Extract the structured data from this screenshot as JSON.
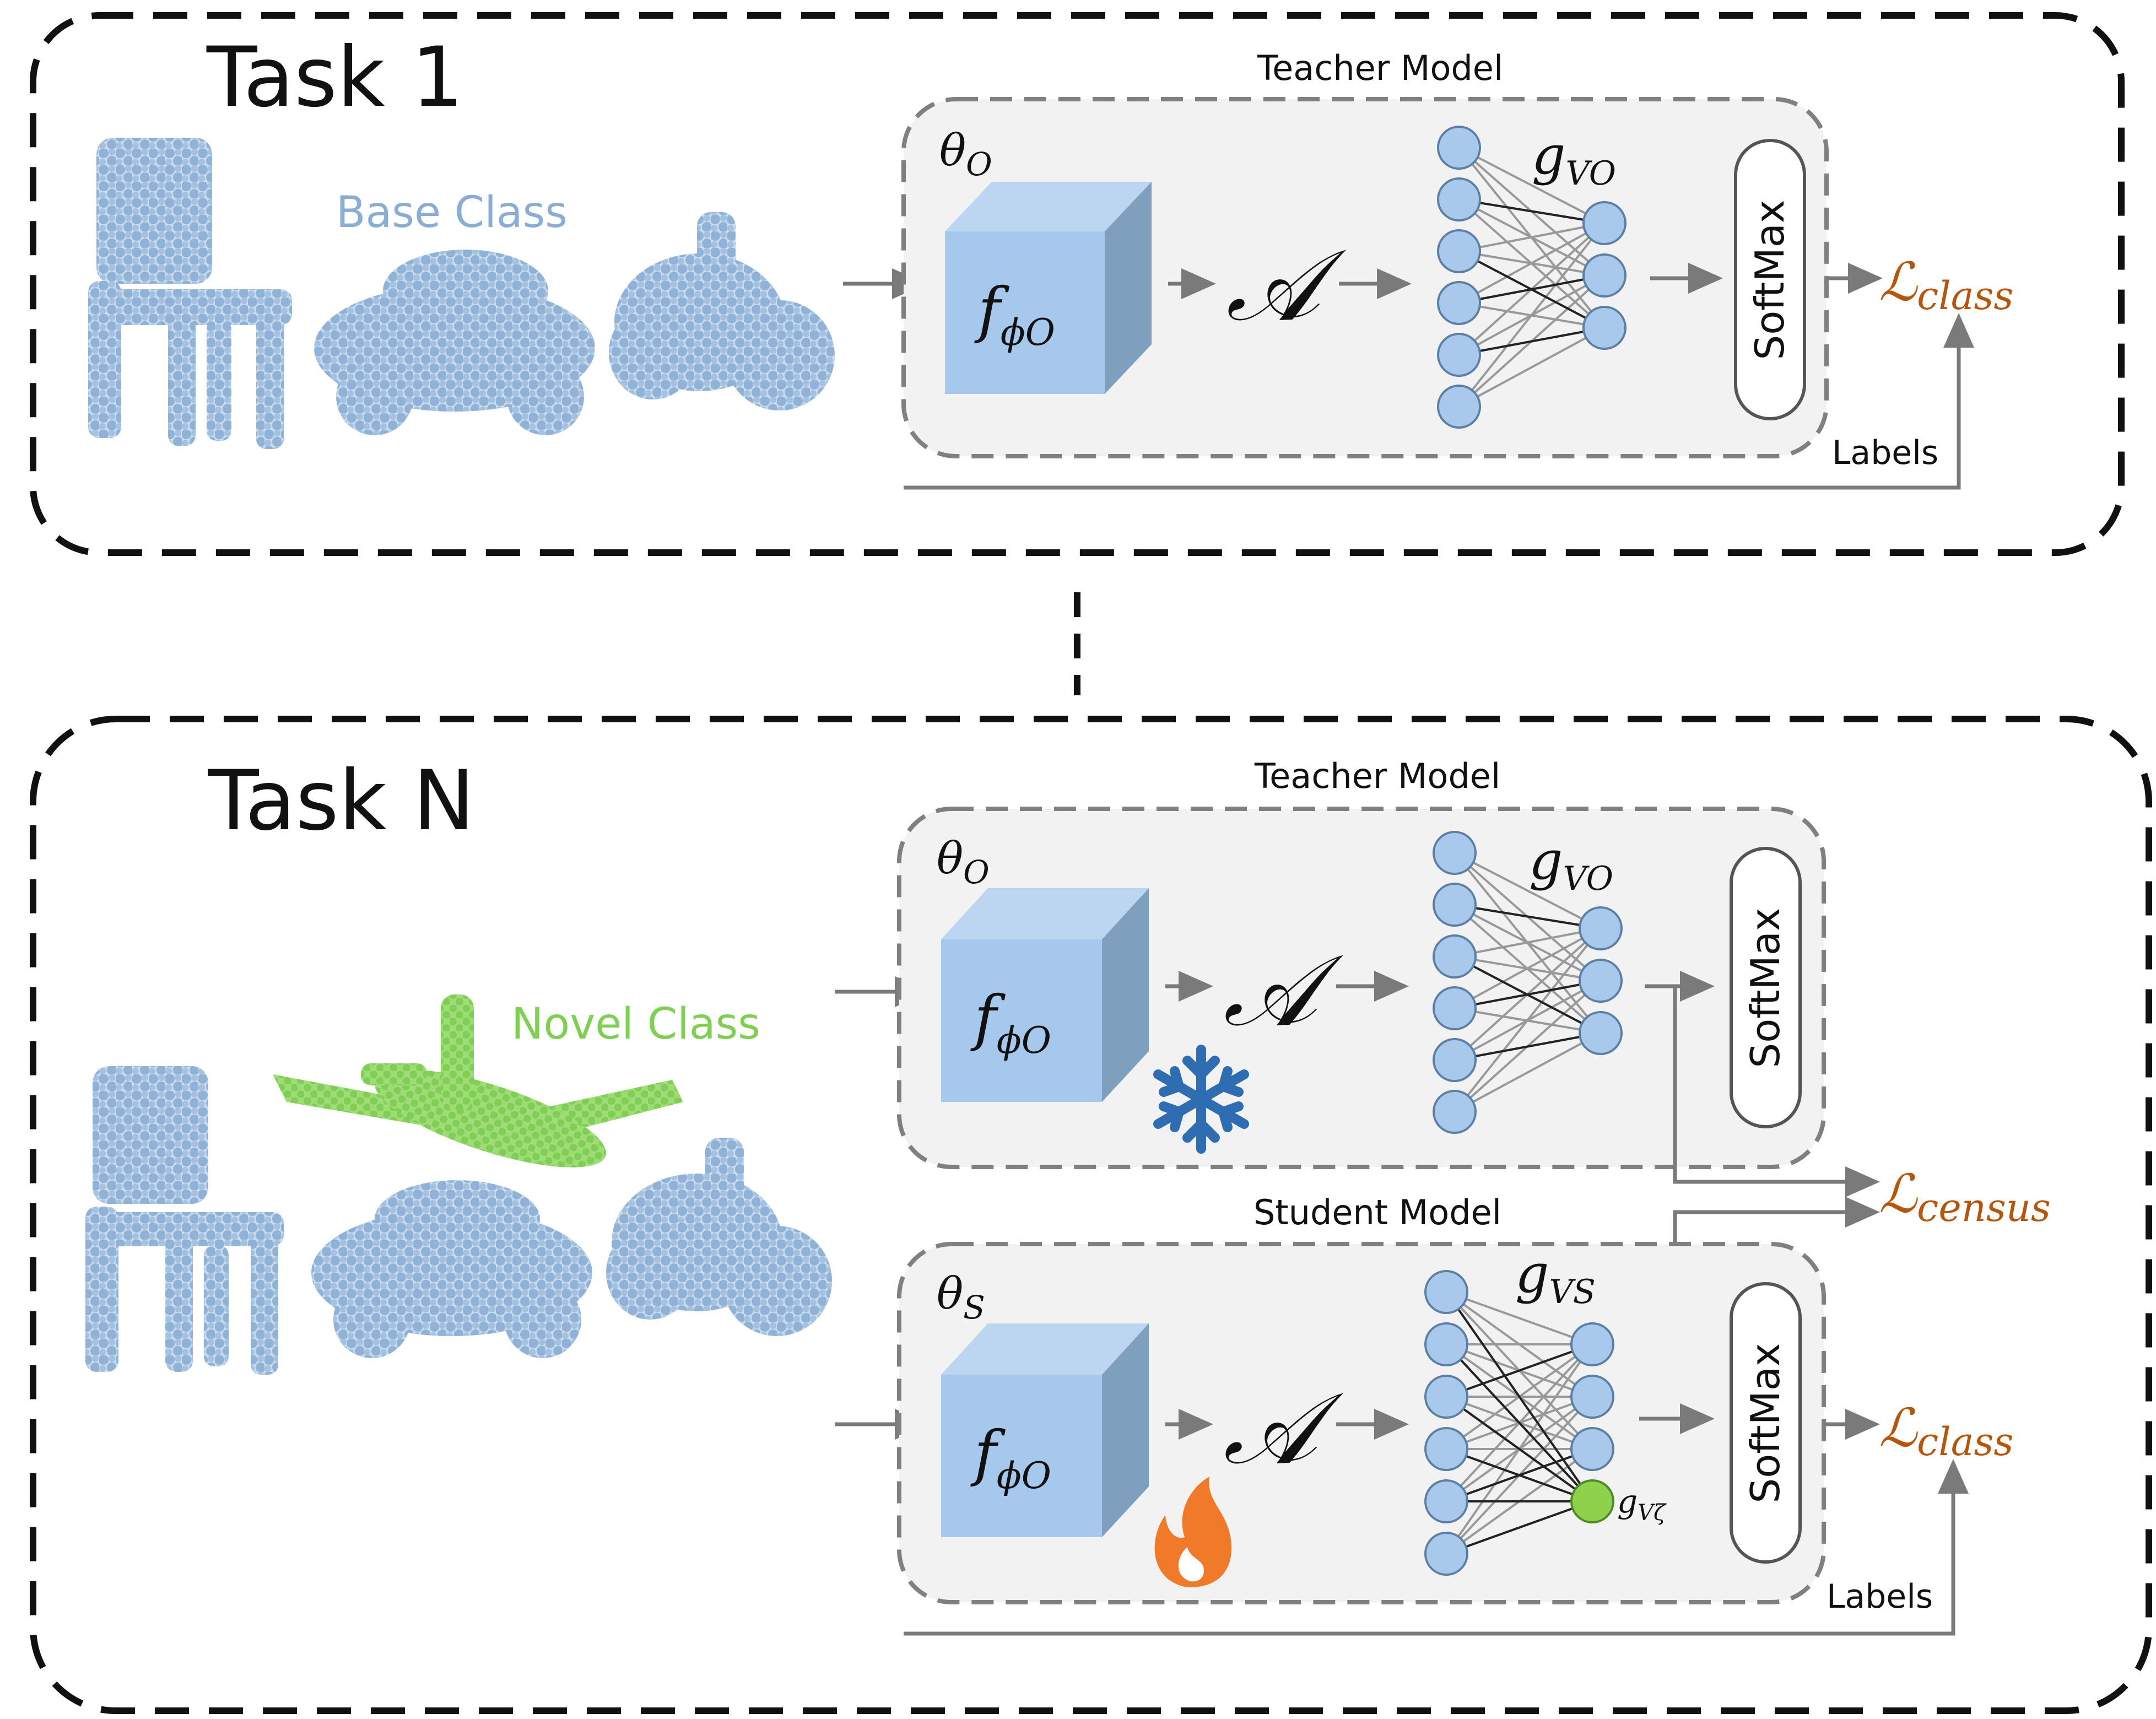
{
  "tasks": [
    {
      "title": "Task 1",
      "class_label": "Base Class",
      "teacher": {
        "title": "Teacher Model",
        "theta": "θ",
        "theta_sub": "O",
        "encoder": "f",
        "encoder_sub": "ϕO",
        "aggregator": "𝒜",
        "head": "g",
        "head_sub": "VO",
        "softmax": "SoftMax"
      },
      "loss": {
        "symbol": "ℒ",
        "sub": "class"
      },
      "labels": "Labels"
    },
    {
      "title": "Task N",
      "class_label": "Novel Class",
      "teacher": {
        "title": "Teacher Model",
        "theta": "θ",
        "theta_sub": "O",
        "encoder": "f",
        "encoder_sub": "ϕO",
        "aggregator": "𝒜",
        "head": "g",
        "head_sub": "VO",
        "softmax": "SoftMax",
        "state_icon": "snowflake-icon"
      },
      "student": {
        "title": "Student Model",
        "theta": "θ",
        "theta_sub": "S",
        "encoder": "f",
        "encoder_sub": "ϕO",
        "aggregator": "𝒜",
        "head": "g",
        "head_sub": "VS",
        "extra_node": "g",
        "extra_node_sub": "Vζ",
        "softmax": "SoftMax",
        "state_icon": "flame-icon"
      },
      "census_loss": {
        "symbol": "ℒ",
        "sub": "census"
      },
      "loss": {
        "symbol": "ℒ",
        "sub": "class"
      },
      "labels": "Labels"
    }
  ],
  "colors": {
    "base_points": "#8fb2d6",
    "novel_points": "#7fcf55",
    "cube_front": "#a6c8ec",
    "cube_top": "#bcd6f1",
    "cube_side": "#7f9fbf",
    "node": "#a9c9ec",
    "extra_node": "#8ed14c",
    "loss": "#b5560f",
    "arrow": "#7a7a7a",
    "panel": "#f2f2f2",
    "snowflake": "#2f6db3",
    "flame": "#f07a2a"
  }
}
